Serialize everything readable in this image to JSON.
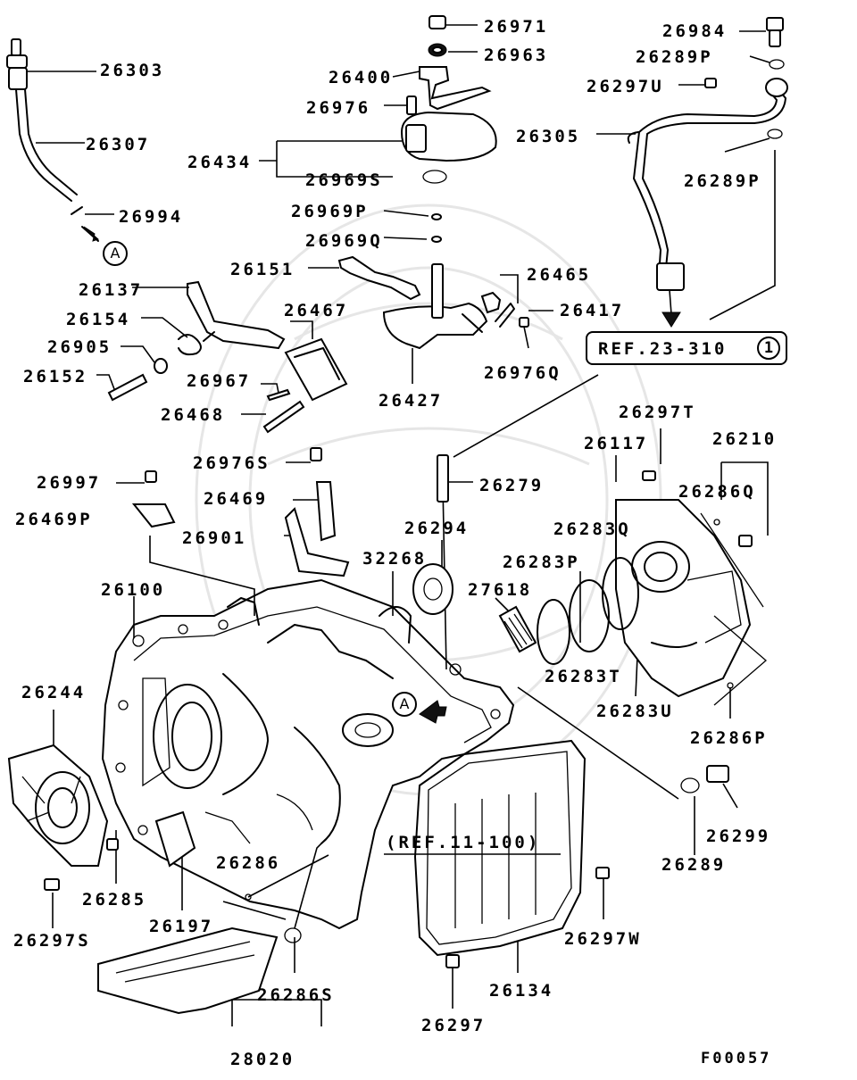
{
  "diagram": {
    "code": "F00057",
    "ref_main": "REF.23-310",
    "ref_main_num": "1",
    "ref_pan": "(REF.11-100)",
    "marker_a": "A"
  },
  "parts": {
    "p26303": "26303",
    "p26307": "26307",
    "p26994": "26994",
    "p26971": "26971",
    "p26963": "26963",
    "p26400": "26400",
    "p26976": "26976",
    "p26434": "26434",
    "p26969S": "26969S",
    "p26969P": "26969P",
    "p26969Q": "26969Q",
    "p26984": "26984",
    "p26289P_a": "26289P",
    "p26297U": "26297U",
    "p26305": "26305",
    "p26289P_b": "26289P",
    "p26151": "26151",
    "p26137": "26137",
    "p26465": "26465",
    "p26154": "26154",
    "p26467": "26467",
    "p26417": "26417",
    "p26905": "26905",
    "p26976Q": "26976Q",
    "p26152": "26152",
    "p26967": "26967",
    "p26427": "26427",
    "p26468": "26468",
    "p26297T": "26297T",
    "p26117": "26117",
    "p26210": "26210",
    "p26976S": "26976S",
    "p26286Q": "26286Q",
    "p26997": "26997",
    "p26279": "26279",
    "p26469": "26469",
    "p26469P": "26469P",
    "p26294": "26294",
    "p26283Q": "26283Q",
    "p26901": "26901",
    "p32268": "32268",
    "p26283P": "26283P",
    "p26100": "26100",
    "p27618": "27618",
    "p26283T": "26283T",
    "p26244": "26244",
    "p26283U": "26283U",
    "p26286P": "26286P",
    "p26299": "26299",
    "p26286": "26286",
    "p26289": "26289",
    "p26285": "26285",
    "p26197": "26197",
    "p26297W": "26297W",
    "p26297S": "26297S",
    "p26134": "26134",
    "p26286S": "26286S",
    "p26297": "26297",
    "p28020": "28020"
  }
}
